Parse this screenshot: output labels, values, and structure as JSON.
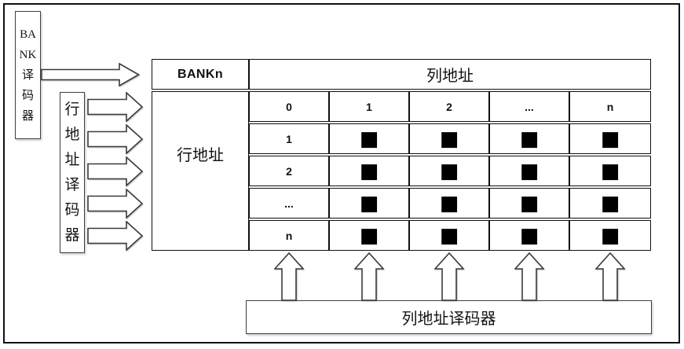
{
  "left_panel": {
    "bank_decoder": {
      "label": "BANK译码器",
      "lines": [
        "BA",
        "NK",
        "译",
        "码",
        "器"
      ]
    },
    "row_decoder": {
      "label": "行地址译码器",
      "lines": [
        "行",
        "地",
        "址",
        "译",
        "码",
        "器"
      ]
    }
  },
  "table": {
    "bank_header": "BANKn",
    "column_axis_label": "列地址",
    "row_axis_label": "行地址",
    "column_headers": [
      "0",
      "1",
      "2",
      "...",
      "n"
    ],
    "rows": [
      {
        "label": "1",
        "cells": [
          "■",
          "■",
          "■",
          "■"
        ]
      },
      {
        "label": "2",
        "cells": [
          "■",
          "■",
          "■",
          "■"
        ]
      },
      {
        "label": "...",
        "cells": [
          "■",
          "■",
          "■",
          "■"
        ]
      },
      {
        "label": "n",
        "cells": [
          "■",
          "■",
          "■",
          "■"
        ]
      }
    ]
  },
  "bottom_panel": {
    "column_decoder_label": "列地址译码器"
  },
  "colors": {
    "background": "#ffffff",
    "table_line": "#101010",
    "box_outline": "#3f3f3f",
    "marker": "#000000"
  }
}
